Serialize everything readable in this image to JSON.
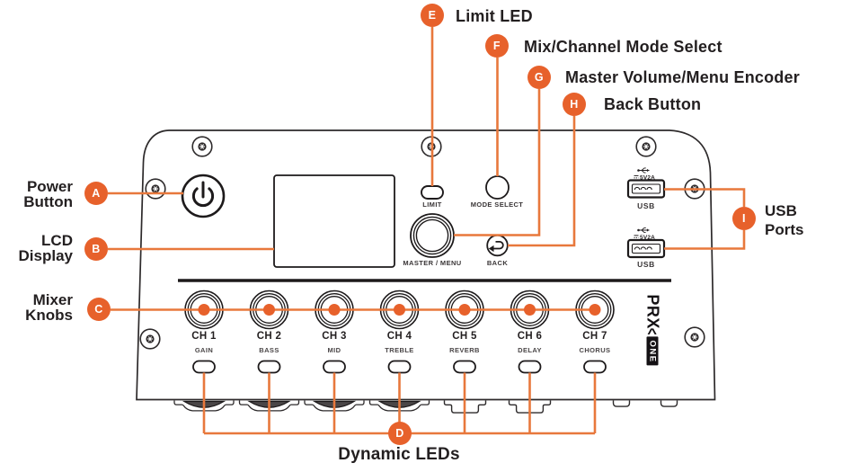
{
  "colors": {
    "badge_orange": "#E7612B",
    "line_orange": "#E8783C",
    "ink": "#231F20",
    "panel_stroke": "#2D2A2B"
  },
  "callouts": {
    "a": {
      "letter": "A",
      "line1": "Power",
      "line2": "Button"
    },
    "b": {
      "letter": "B",
      "line1": "LCD",
      "line2": "Display"
    },
    "c": {
      "letter": "C",
      "line1": "Mixer",
      "line2": "Knobs"
    },
    "d": {
      "letter": "D",
      "label": "Dynamic LEDs"
    },
    "e": {
      "letter": "E",
      "label": "Limit LED"
    },
    "f": {
      "letter": "F",
      "label": "Mix/Channel Mode Select"
    },
    "g": {
      "letter": "G",
      "label": "Master Volume/Menu Encoder"
    },
    "h": {
      "letter": "H",
      "label": "Back Button"
    },
    "i": {
      "letter": "I",
      "line1": "USB",
      "line2": "Ports"
    }
  },
  "panel": {
    "limit_label": "LIMIT",
    "mode_select_label": "MODE SELECT",
    "master_label": "MASTER / MENU",
    "back_label": "BACK",
    "usb_top": {
      "power": "5V2A",
      "label": "USB"
    },
    "usb_bottom": {
      "power": "5V2A",
      "label": "USB"
    },
    "brand": {
      "name": "PRX",
      "chevron": "<",
      "suffix": "ONE"
    },
    "channels": [
      {
        "ch": "CH 1",
        "fn": "GAIN"
      },
      {
        "ch": "CH 2",
        "fn": "BASS"
      },
      {
        "ch": "CH 3",
        "fn": "MID"
      },
      {
        "ch": "CH 4",
        "fn": "TREBLE"
      },
      {
        "ch": "CH 5",
        "fn": "REVERB"
      },
      {
        "ch": "CH 6",
        "fn": "DELAY"
      },
      {
        "ch": "CH 7",
        "fn": "CHORUS"
      }
    ]
  }
}
